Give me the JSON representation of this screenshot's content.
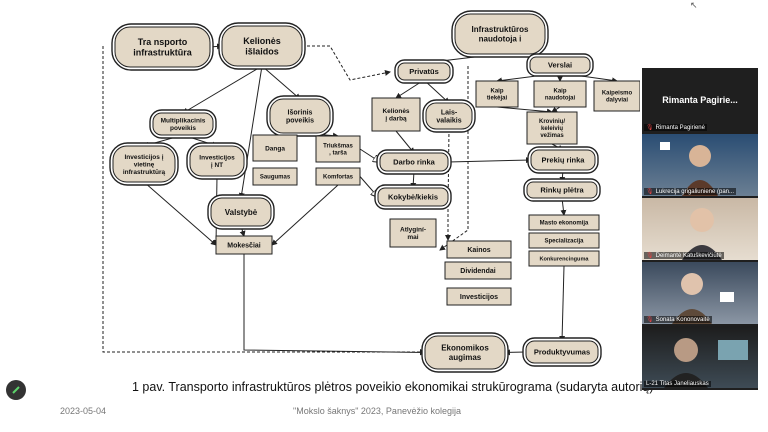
{
  "slide": {
    "diagram_nodes": {
      "transport": "Tra nsporto\ninfrastruktūra",
      "costs": "Kelionės\nišlaidos",
      "users": "Infrastruktūros\nnaudotoja i",
      "private": "Privatūs",
      "business": "Verslai",
      "travel_work": "Kelionės\nį darbą",
      "free_time": "Lais-\nvalaikis",
      "as_supplier": "Kaip\ntiekėjai",
      "as_user": "Kaip\nnaudotojai",
      "as_share": "Kaipeismo\ndalyviai",
      "cargo": "Krovinių/\nkeleivių\nvežimas",
      "multiplier": "Multiplikacinis\npoveikis",
      "external": "Išorinis\npoveikis",
      "inv_local": "Investicijos į\nvietinę\ninfrastruktūrą",
      "inv_nt": "Investicijos\nį NT",
      "cover": "Danga",
      "noise": "Triukšmas\n, tarša",
      "safety": "Saugumas",
      "comfort": "Komfortas",
      "labor_market": "Darbo rinka",
      "quality": "Kokybė/kiekis",
      "wages": "Atlyginí-\nmai",
      "product_market": "Prekių rinka",
      "market_dev": "Rinkų plėtra",
      "scale": "Masto ekonomija",
      "specialization": "Specializacija",
      "competition": "Konkurencinguma",
      "prices": "Kainos",
      "dividends": "Dividendai",
      "investments": "Investicijos",
      "state": "Valstybė",
      "taxes": "Mokesčiai",
      "growth": "Ekonomikos\naugimas",
      "productivity": "Produktyvumas"
    },
    "caption": "1 pav. Transporto infrastruktūros plėtros poveikio ekonomikai strukūrograma (sudaryta autorių)",
    "footer_date": "2023-05-04",
    "footer_event": "\"Mokslo šaknys\" 2023, Panevėžio kolegija"
  },
  "panel": {
    "title": "Rimanta Pagirie...",
    "participants": [
      {
        "name": "Rimanta Pagirienė",
        "muted": true
      },
      {
        "name": "Lukrecija grigaliuniene (pan...",
        "muted": true
      },
      {
        "name": "Deimantė Katuškevičiūtė",
        "muted": true
      },
      {
        "name": "Sonata Kononovaitė",
        "muted": true
      },
      {
        "name": "L-21 Titas Janeliauskas",
        "muted": false
      }
    ]
  },
  "colors": {
    "box_fill": "#e3d8c6",
    "box_stroke": "#222222",
    "panel_bg": "#1f1f1f"
  },
  "icons": [
    "record-icon",
    "mic-muted-icon",
    "cursor-icon"
  ]
}
